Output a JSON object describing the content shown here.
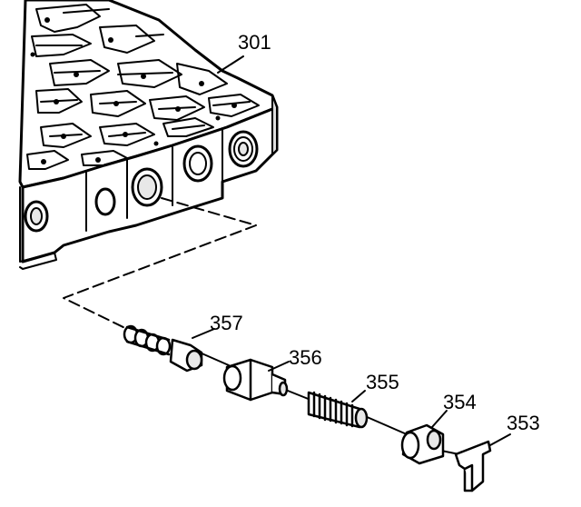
{
  "diagram": {
    "colors": {
      "ink": "#000000",
      "paper": "#ffffff",
      "shade": "#e8e8e8"
    },
    "callouts": {
      "valve_body": "301",
      "spool_valve": "357",
      "valve_sleeve": "356",
      "spring": "355",
      "plug": "354",
      "retainer": "353"
    }
  }
}
